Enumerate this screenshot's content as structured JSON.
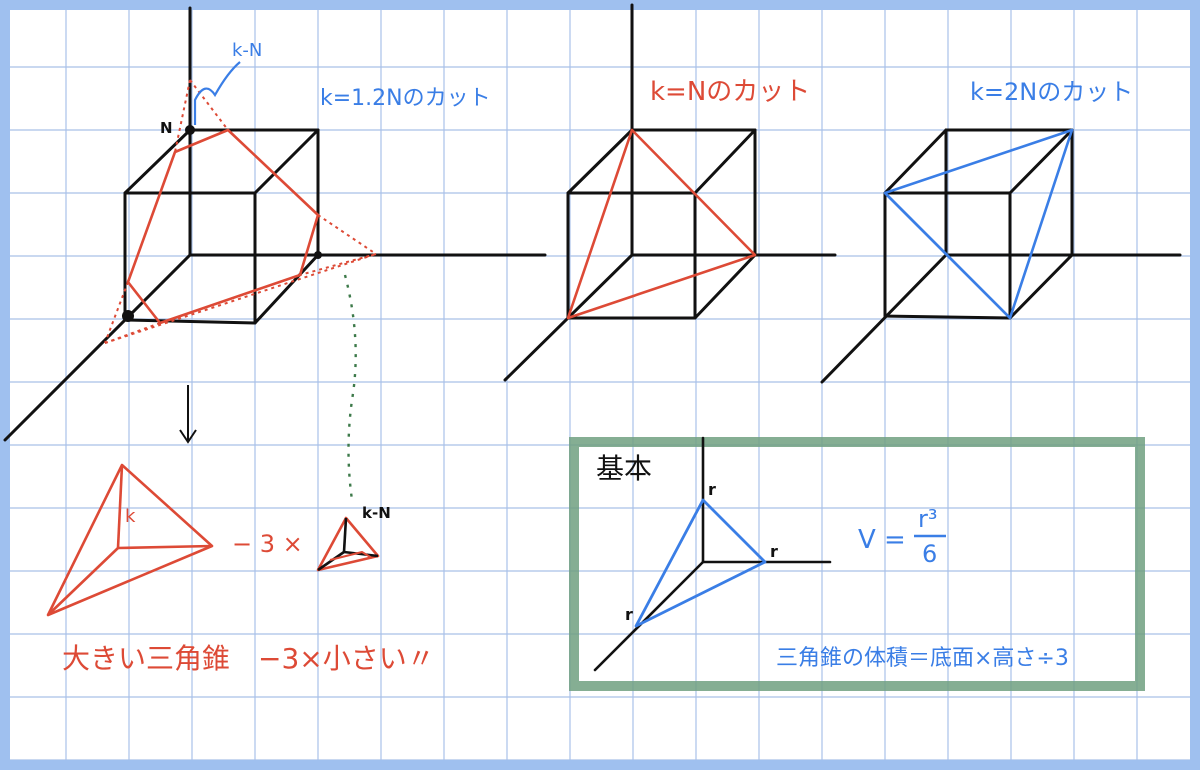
{
  "colors": {
    "frame": "#9fc0ef",
    "grid": "#a9c1e8",
    "ink": "#111111",
    "red": "#dd4a36",
    "blue": "#3a7ee6",
    "green": "#70a080"
  },
  "cube1": {
    "title": "k=1.2Nのカット",
    "callout": "k-N",
    "n_label": "N"
  },
  "cube2": {
    "title": "k=Nのカット"
  },
  "cube3": {
    "title": "k=2Nのカット"
  },
  "lower": {
    "big_k": "k",
    "minus_text": "− 3 ×",
    "small_label": "k-N",
    "caption": "大きい三角錐　−3×小さい〃"
  },
  "basic": {
    "title": "基本",
    "r_top": "r",
    "r_right": "r",
    "r_left": "r",
    "formula_lhs": "V =",
    "formula_num": "r³",
    "formula_den": "6",
    "rule": "三角錐の体積＝底面×高さ÷3"
  }
}
